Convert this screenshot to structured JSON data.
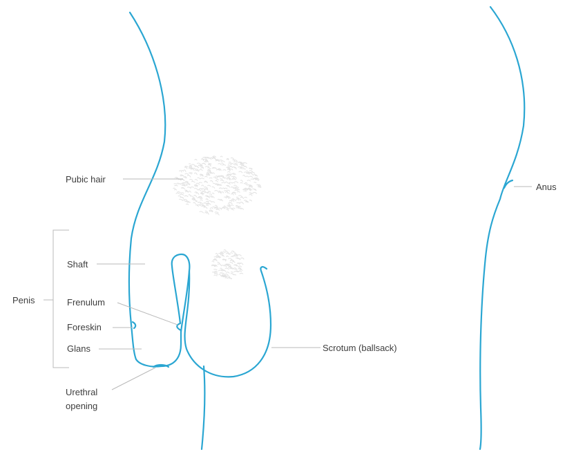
{
  "labels": {
    "pubic_hair": "Pubic hair",
    "shaft": "Shaft",
    "penis": "Penis",
    "frenulum": "Frenulum",
    "foreskin": "Foreskin",
    "glans": "Glans",
    "urethral_line1": "Urethral",
    "urethral_line2": "opening",
    "scrotum": "Scrotum (ballsack)",
    "anus": "Anus"
  },
  "colors": {
    "outline": "#2aa6d2",
    "leader": "#b9b9b9",
    "text": "#3d3d3d",
    "hair": "#e2e2e2"
  }
}
